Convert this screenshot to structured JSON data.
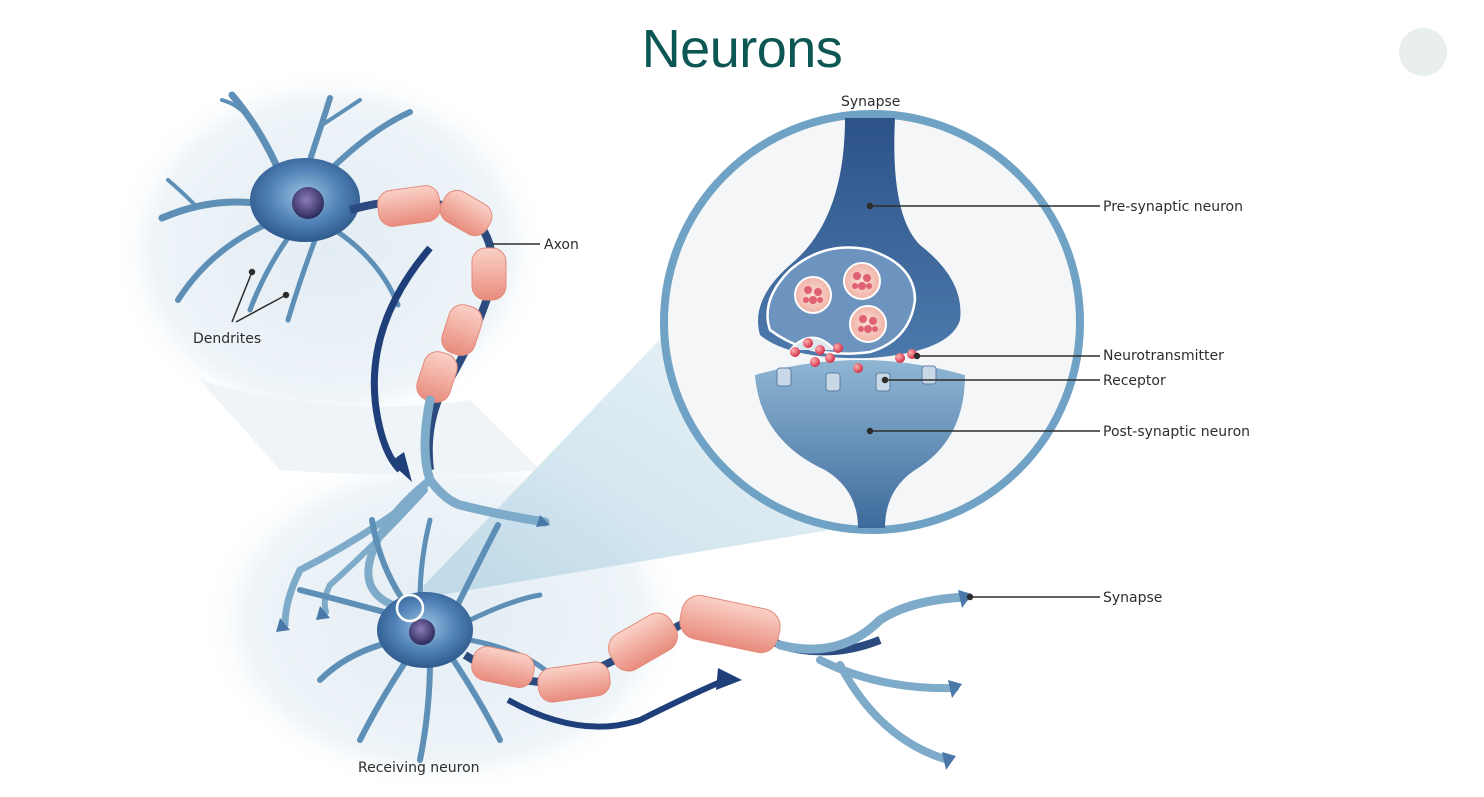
{
  "page": {
    "title": "Neurons"
  },
  "labels": {
    "synapse_top": "Synapse",
    "axon": "Axon",
    "dendrites": "Dendrites",
    "pre_synaptic": "Pre-synaptic neuron",
    "neurotransmitter": "Neurotransmitter",
    "receptor": "Receptor",
    "post_synaptic": "Post-synaptic neuron",
    "synapse_right": "Synapse",
    "receiving_neuron": "Receiving neuron"
  },
  "colors": {
    "title": "#0c5653",
    "neuron_body": "#3e6fa3",
    "dendrite": "#5d8fb7",
    "myelin": "#f2a79a",
    "zoom_ring": "#6fa2c4",
    "pre_synaptic": "#3f6b9d",
    "post_synaptic": "#4f7faa",
    "arrow": "#1e3f7a"
  }
}
